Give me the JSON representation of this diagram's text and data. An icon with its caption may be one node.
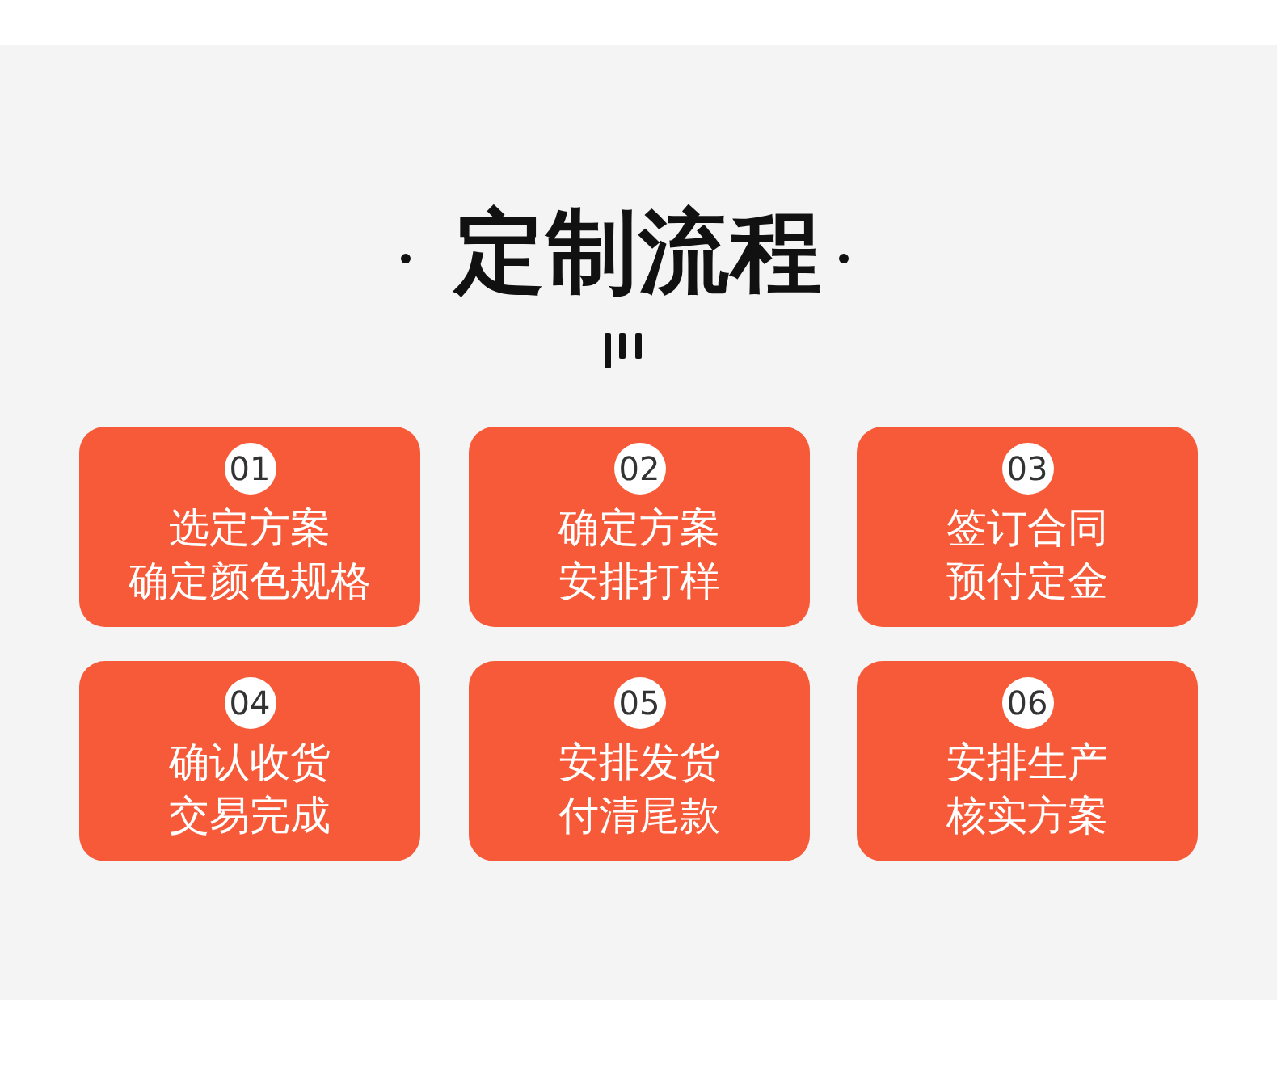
{
  "diagram": {
    "title": "定制流程",
    "nodes": [
      {
        "text": [
          "01",
          "选定方案",
          "确定颜色规格"
        ]
      },
      {
        "text": [
          "02",
          "确定方案",
          "安排打样"
        ]
      },
      {
        "text": [
          "03",
          "签订合同",
          "预付定金"
        ]
      },
      {
        "text": [
          "04",
          "确认收货",
          "交易完成"
        ]
      },
      {
        "text": [
          "05",
          "安排发货",
          "付清尾款"
        ]
      },
      {
        "text": [
          "06",
          "安排生产",
          "核实方案"
        ]
      }
    ]
  }
}
